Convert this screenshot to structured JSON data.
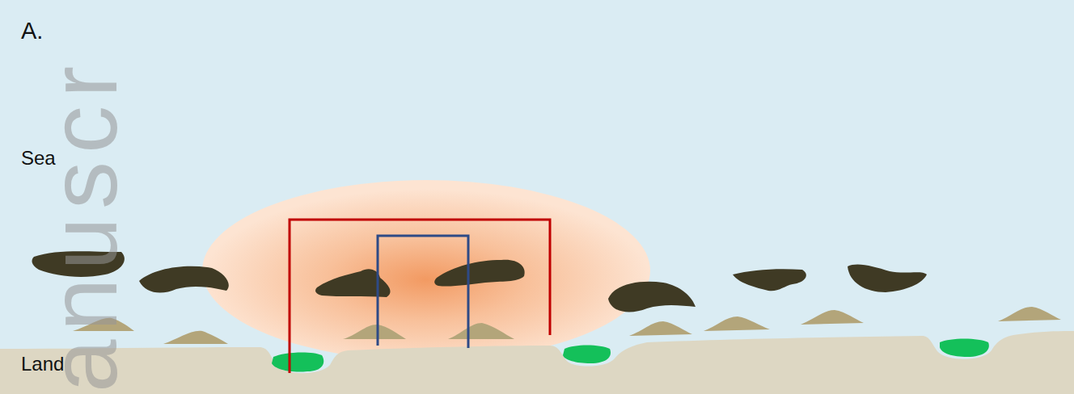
{
  "diagram": {
    "labels": [
      "A.",
      "Sea",
      "Land",
      "anuscr"
    ]
  }
}
